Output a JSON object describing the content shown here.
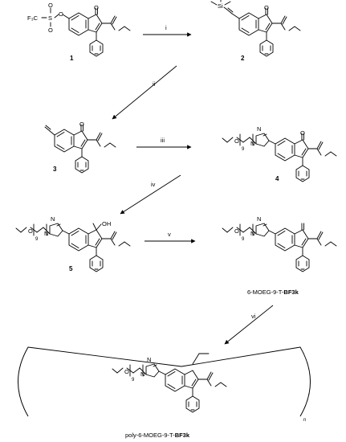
{
  "compounds": {
    "c1": {
      "label": "1",
      "triflate": "F₃C",
      "s": "S",
      "o1": "O",
      "o2": "O",
      "o3": "O"
    },
    "c2": {
      "label": "2",
      "si": "Si"
    },
    "c3": {
      "label": "3"
    },
    "c4": {
      "label": "4"
    },
    "c5": {
      "label": "5",
      "oh": "OH"
    },
    "c6": {
      "name_prefix": "6-MOEG-9-T-",
      "name_bold": "BF3k"
    },
    "poly": {
      "name_prefix": "poly-6-MOEG-9-T-",
      "name_bold": "BF3k",
      "repeat": "n"
    }
  },
  "steps": [
    "i",
    "ii",
    "iii",
    "iv",
    "v",
    "vi"
  ],
  "peg": {
    "o": "O",
    "n_sub": "9",
    "triazole_n": "N"
  }
}
